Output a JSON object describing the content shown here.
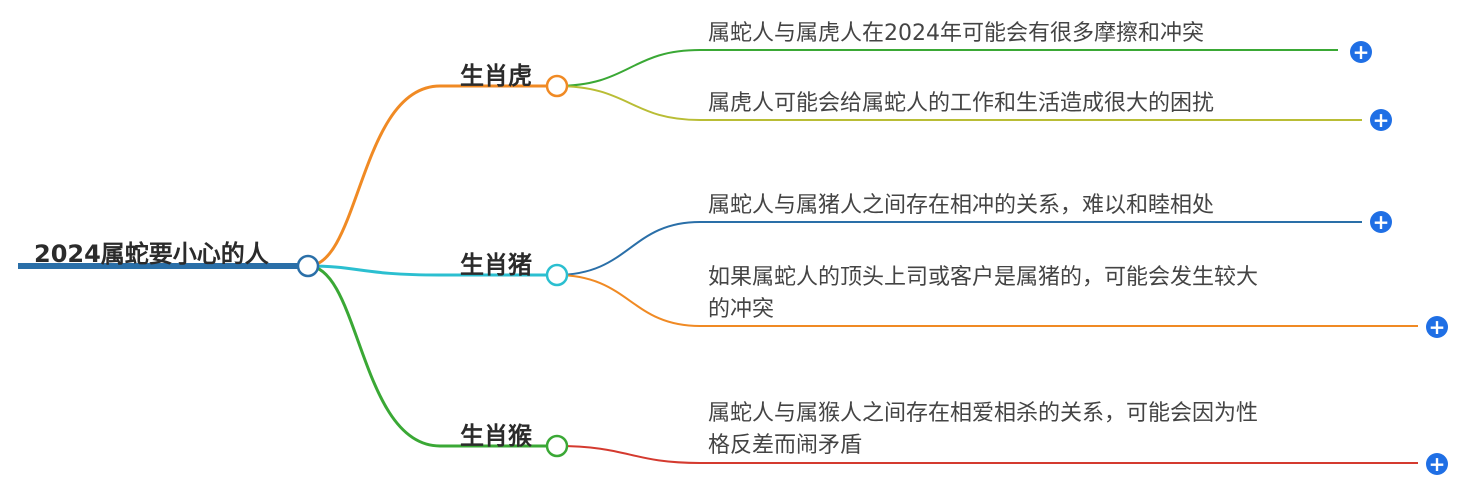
{
  "root": {
    "label": "2024属蛇要小心的人",
    "color": "#2a6fa8"
  },
  "branches": [
    {
      "label": "生肖虎",
      "color": "#f08a24",
      "leaves": [
        {
          "lines": [
            "属蛇人与属虎人在2024年可能会有很多摩擦和冲突"
          ],
          "color": "#3aa835"
        },
        {
          "lines": [
            "属虎人可能会给属蛇人的工作和生活造成很大的困扰"
          ],
          "color": "#b9bd35"
        }
      ]
    },
    {
      "label": "生肖猪",
      "color": "#2bbfd0",
      "leaves": [
        {
          "lines": [
            "属蛇人与属猪人之间存在相冲的关系，难以和睦相处"
          ],
          "color": "#2a6fa8"
        },
        {
          "lines": [
            "如果属蛇人的顶头上司或客户是属猪的，可能会发生较大",
            "的冲突"
          ],
          "color": "#f08a24"
        }
      ]
    },
    {
      "label": "生肖猴",
      "color": "#3aa835",
      "leaves": [
        {
          "lines": [
            "属蛇人与属猴人之间存在相爱相杀的关系，可能会因为性",
            "格反差而闹矛盾"
          ],
          "color": "#d43a2f"
        }
      ]
    }
  ],
  "expand_icon": "plus-icon",
  "expand_color": "#1f6fe5"
}
